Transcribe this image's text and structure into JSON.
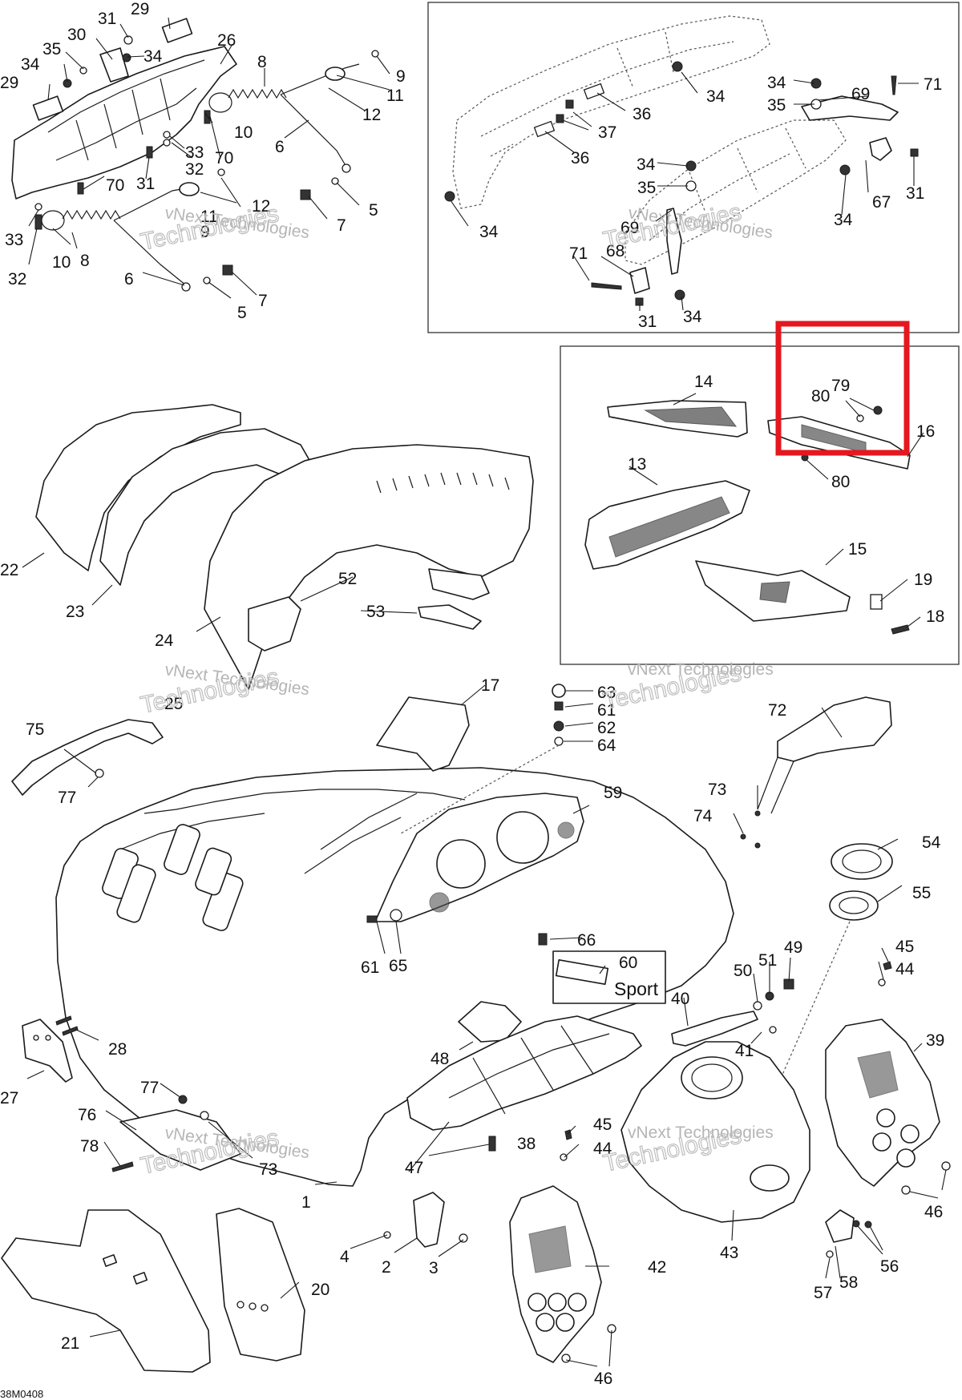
{
  "callouts": {
    "c31a": "31",
    "c29a": "29",
    "c35a": "35",
    "c30": "30",
    "c34a": "34",
    "c34b": "34",
    "c26a": "26",
    "c8a": "8",
    "c9a": "9",
    "c11a": "11",
    "c29b": "29",
    "c12a": "12",
    "c10a": "10",
    "c6a": "6",
    "c33a": "33",
    "c70a": "70",
    "c32a": "32",
    "c31b": "31",
    "c70b": "70",
    "c5a": "5",
    "c11b": "11",
    "c9b": "9",
    "c12b": "12",
    "c7a": "7",
    "c33b": "33",
    "c10b": "10",
    "c8b": "8",
    "c32b": "32",
    "c6b": "6",
    "c7b": "7",
    "c5b": "5",
    "c34c": "34",
    "c36a": "36",
    "c37": "37",
    "c36b": "36",
    "c34d": "34",
    "c35b": "35",
    "c69a": "69",
    "c71a": "71",
    "c34e": "34",
    "c35c": "35",
    "c69b": "69",
    "c71b": "71",
    "c68": "68",
    "c67": "67",
    "c31c": "31",
    "c34f": "34",
    "c34g": "34",
    "c31d": "31",
    "c14": "14",
    "c79": "79",
    "c80a": "80",
    "c16": "16",
    "c80b": "80",
    "c13": "13",
    "c15": "15",
    "c19": "19",
    "c18": "18",
    "c22": "22",
    "c23": "23",
    "c52": "52",
    "c53": "53",
    "c24": "24",
    "c25": "25",
    "c17": "17",
    "c63": "63",
    "c61a": "61",
    "c62": "62",
    "c64": "64",
    "c72": "72",
    "c75": "75",
    "c77a": "77",
    "c59": "59",
    "c73a": "73",
    "c74": "74",
    "c54": "54",
    "c55": "55",
    "c66": "66",
    "c61b": "61",
    "c65": "65",
    "c60": "60",
    "c49": "49",
    "c51": "51",
    "c50": "50",
    "c45a": "45",
    "c44a": "44",
    "c40": "40",
    "c41": "41",
    "c39": "39",
    "c28": "28",
    "c27": "27",
    "c48": "48",
    "c77b": "77",
    "c76": "76",
    "c78": "78",
    "c73b": "73",
    "c38": "38",
    "c45b": "45",
    "c44b": "44",
    "c47": "47",
    "c1": "1",
    "c43": "43",
    "c46a": "46",
    "c4": "4",
    "c2": "2",
    "c3": "3",
    "c42": "42",
    "c56": "56",
    "c57": "57",
    "c58": "58",
    "c20": "20",
    "c21": "21",
    "c46b": "46"
  },
  "decal_text": "Sport",
  "watermark": {
    "line1": "vNext Technologies",
    "big": "vNext",
    "big2": "Technologies"
  },
  "diagram_code": "38M0408",
  "highlight_color": "#e5171f"
}
